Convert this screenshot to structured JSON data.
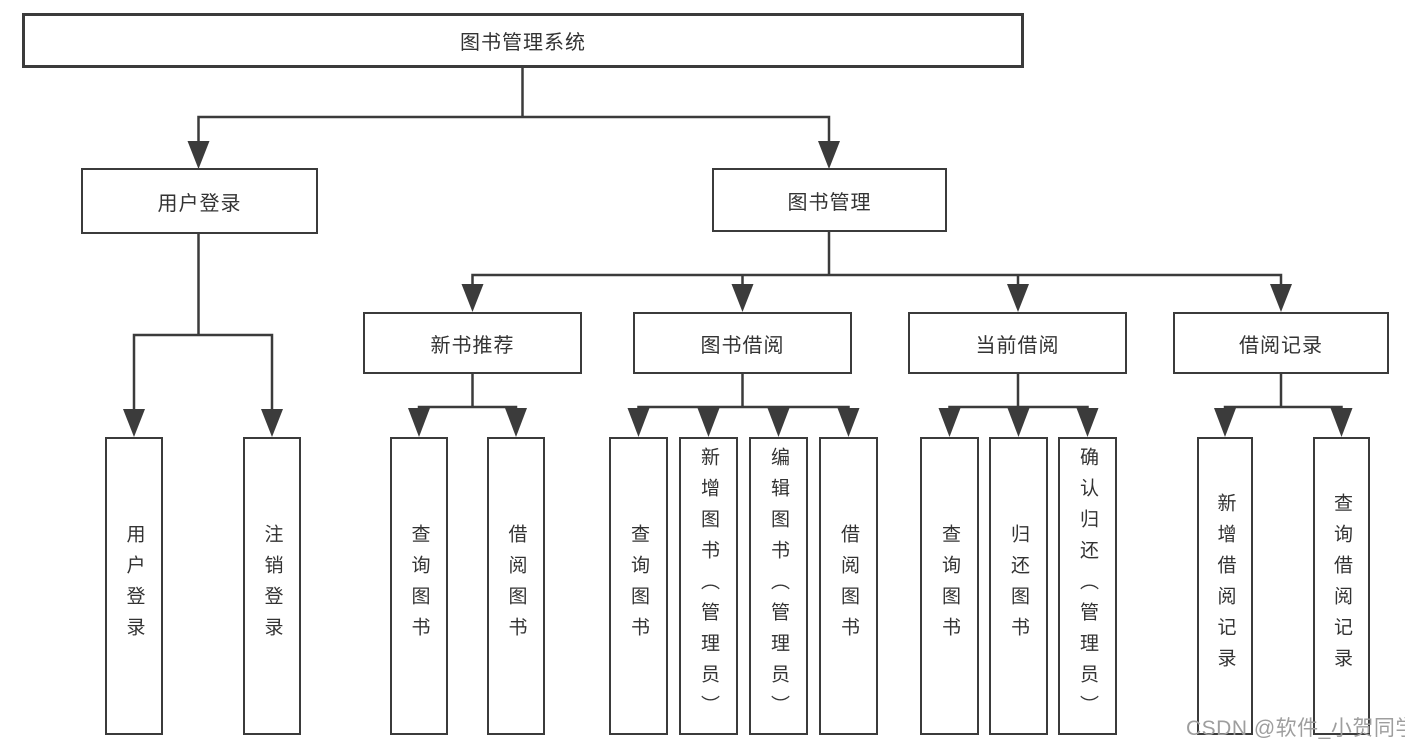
{
  "nodes": {
    "root": {
      "label": "图书管理系统"
    },
    "level2": [
      {
        "label": "用户登录"
      },
      {
        "label": "图书管理"
      }
    ],
    "level3": [
      {
        "label": "新书推荐",
        "parent": "图书管理"
      },
      {
        "label": "图书借阅",
        "parent": "图书管理"
      },
      {
        "label": "当前借阅",
        "parent": "图书管理"
      },
      {
        "label": "借阅记录",
        "parent": "图书管理"
      }
    ],
    "leaves": [
      {
        "label": "用户登录",
        "parent": "用户登录"
      },
      {
        "label": "注销登录",
        "parent": "用户登录"
      },
      {
        "label": "查询图书",
        "parent": "新书推荐"
      },
      {
        "label": "借阅图书",
        "parent": "新书推荐"
      },
      {
        "label": "查询图书",
        "parent": "图书借阅"
      },
      {
        "label": "新增图书（管理员）",
        "parent": "图书借阅"
      },
      {
        "label": "编辑图书（管理员）",
        "parent": "图书借阅"
      },
      {
        "label": "借阅图书",
        "parent": "图书借阅"
      },
      {
        "label": "查询图书",
        "parent": "当前借阅"
      },
      {
        "label": "归还图书",
        "parent": "当前借阅"
      },
      {
        "label": "确认归还（管理员）",
        "parent": "当前借阅"
      },
      {
        "label": "新增借阅记录",
        "parent": "借阅记录"
      },
      {
        "label": "查询借阅记录",
        "parent": "借阅记录"
      }
    ]
  },
  "watermark": {
    "text": "CSDN @软件_小贺同学"
  },
  "colors": {
    "line": "#3b3b3b",
    "box_border": "#3b3b3b",
    "text": "#333333",
    "watermark": "#9e9e9e",
    "background": "#ffffff"
  }
}
